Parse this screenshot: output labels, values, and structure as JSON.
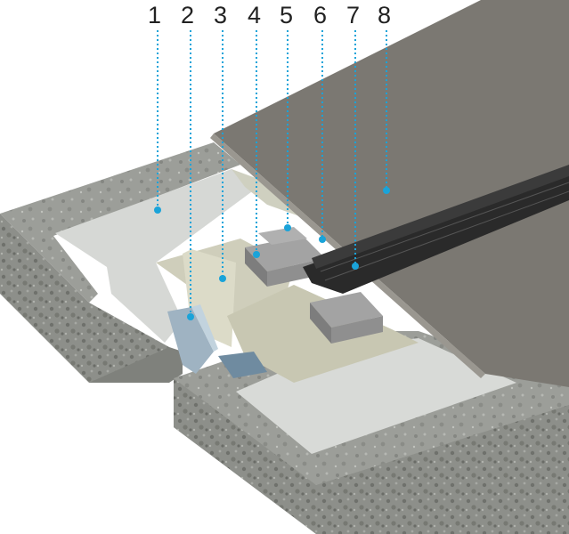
{
  "callouts": [
    {
      "label": "1"
    },
    {
      "label": "2"
    },
    {
      "label": "3"
    },
    {
      "label": "4"
    },
    {
      "label": "5"
    },
    {
      "label": "6"
    },
    {
      "label": "7"
    },
    {
      "label": "8"
    }
  ],
  "colors": {
    "leader": "#1aa3d9",
    "concrete": "#8f918c",
    "screed": "#d6d8d5",
    "membrane": "#c9c8b4",
    "metal_strip": "#9fb3c2",
    "block": "#8c8c8c",
    "rubber_profile": "#2a2a2a",
    "cover_plate": "#7b7872"
  }
}
